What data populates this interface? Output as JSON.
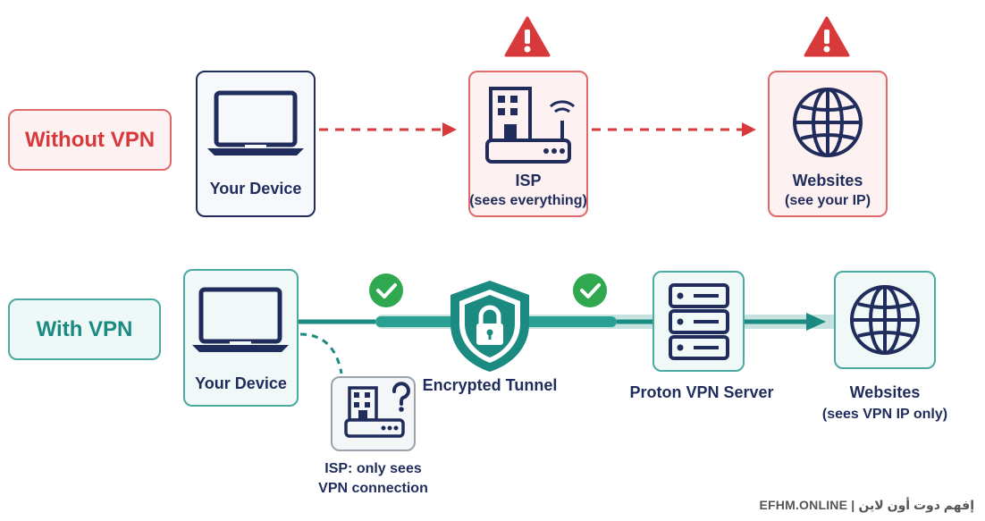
{
  "rows": {
    "without_vpn": {
      "label": "Without VPN",
      "device": {
        "title": "Your Device"
      },
      "isp": {
        "title": "ISP",
        "subtitle": "(sees everything)"
      },
      "websites": {
        "title": "Websites",
        "subtitle": "(see your IP)"
      }
    },
    "with_vpn": {
      "label": "With VPN",
      "device": {
        "title": "Your Device"
      },
      "tunnel": {
        "title": "Encrypted Tunnel"
      },
      "server": {
        "title": "Proton VPN Server"
      },
      "websites": {
        "title": "Websites",
        "subtitle": "(sees VPN IP only)"
      },
      "isp": {
        "title": "ISP: only sees",
        "subtitle": "VPN connection"
      }
    }
  },
  "footer": "EFHM.ONLINE | إفهم دوت أون لاين",
  "colors": {
    "red": "#d8393b",
    "teal": "#1b8a80",
    "navy": "#1f2c5c",
    "green": "#2fa84f"
  },
  "icons": [
    "laptop-icon",
    "building-router-icon",
    "globe-icon",
    "warning-icon",
    "shield-lock-icon",
    "server-icon",
    "check-icon",
    "question-icon"
  ]
}
